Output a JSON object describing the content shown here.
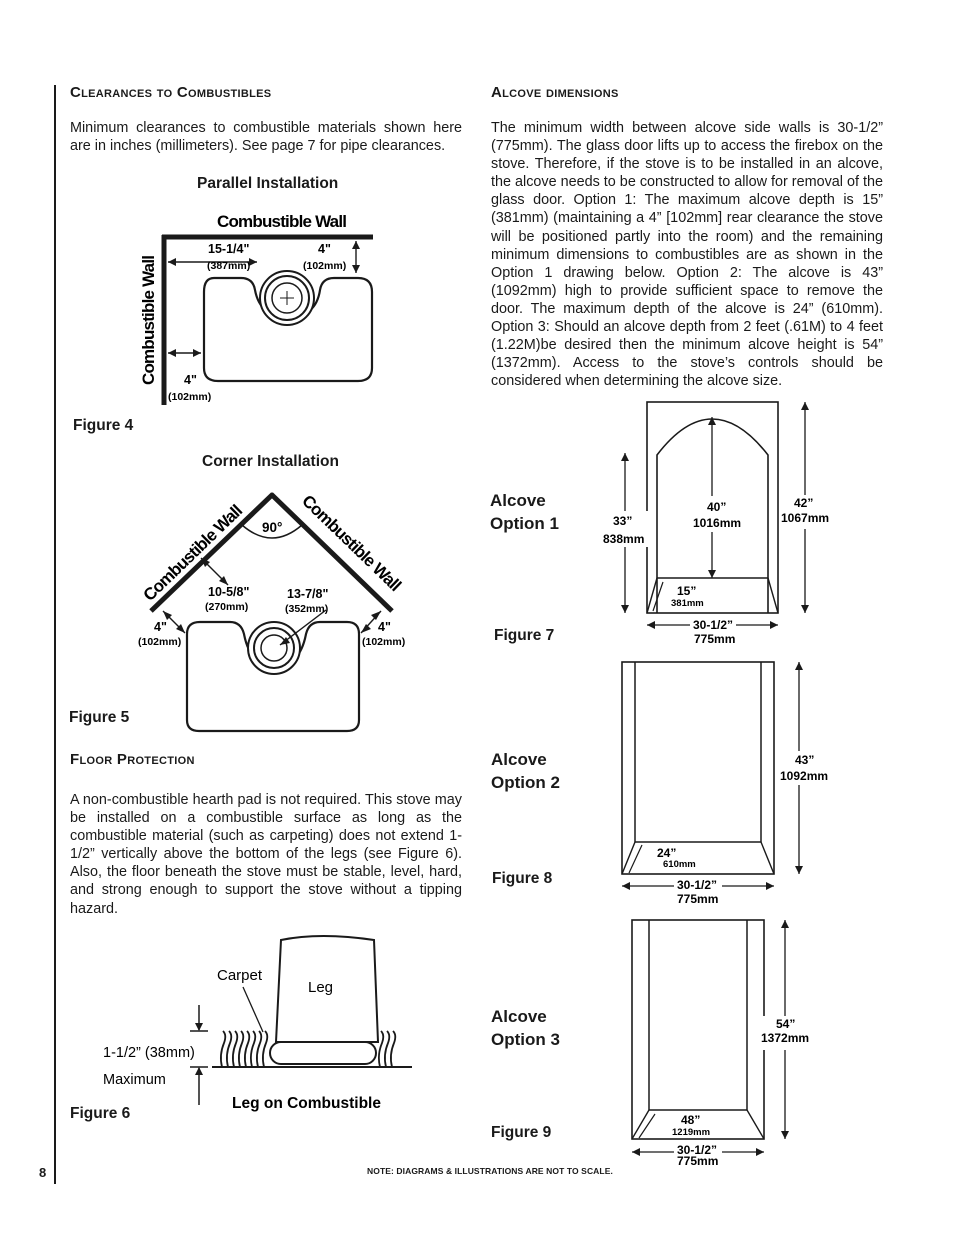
{
  "left": {
    "clearances_heading": "Clearances to Combustibles",
    "clearances_text": "Minimum clearances to combustible materials shown here are in inches (millimeters).  See page 7 for pipe clearances.",
    "parallel_title": "Parallel Installation",
    "parallel": {
      "wall_top": "Combustible Wall",
      "wall_left": "Combustible Wall",
      "dim1_in": "15-1/4\"",
      "dim1_mm": "(387mm)",
      "dim2_in": "4\"",
      "dim2_mm": "(102mm)",
      "dim3_in": "4\"",
      "dim3_mm": "(102mm)"
    },
    "figure4": "Figure 4",
    "corner_title": "Corner Installation",
    "corner": {
      "wall_left": "Combustible Wall",
      "wall_right": "Combustible Wall",
      "angle": "90°",
      "dim1_in": "10-5/8\"",
      "dim1_mm": "(270mm)",
      "dim2_in": "13-7/8\"",
      "dim2_mm": "(352mm)",
      "dim3_in": "4\"",
      "dim3_mm": "(102mm)",
      "dim4_in": "4\"",
      "dim4_mm": "(102mm)"
    },
    "figure5": "Figure 5",
    "floor_heading": "Floor Protection",
    "floor_text": "A non-combustible hearth pad is not required. This stove may be installed on a combustible surface as long as the combustible material (such as carpeting) does not extend 1-1/2” vertically above the bottom of the legs (see Figure 6). Also, the floor beneath the stove must be stable, level, hard, and strong enough to support the stove without a tipping hazard.",
    "leg": {
      "carpet": "Carpet",
      "leg": "Leg",
      "height": "1-1/2” (38mm)",
      "maximum": "Maximum",
      "caption": "Leg on Combustible"
    },
    "figure6": "Figure 6"
  },
  "right": {
    "alcove_heading": "Alcove dimensions",
    "alcove_text": "The minimum width between alcove side walls is 30-1/2” (775mm). The glass door lifts up to access the firebox on the stove. Therefore, if the stove is to be installed in an alcove, the alcove needs to be constructed to allow for removal of the glass door. Option 1:  The maximum alcove depth is 15” (381mm) (maintaining a 4” [102mm] rear clearance the stove will be positioned partly into the room) and the remaining minimum dimensions to combustibles are as shown in the Option 1 drawing below. Option 2:  The alcove is 43” (1092mm) high to provide sufficient space to remove the door. The maximum depth of the alcove is 24” (610mm). Option 3:  Should an alcove depth from 2 feet (.61M) to 4 feet (1.22M)be desired then the minimum alcove height is 54” (1372mm). Access to the stove’s controls should be considered when determining the alcove size.",
    "option1": {
      "title1": "Alcove",
      "title2": "Option 1",
      "d33_in": "33”",
      "d33_mm": "838mm",
      "d40_in": "40”",
      "d40_mm": "1016mm",
      "d42_in": "42”",
      "d42_mm": "1067mm",
      "d15_in": "15”",
      "d15_mm": "381mm",
      "w_in": "30-1/2”",
      "w_mm": "775mm"
    },
    "figure7": "Figure 7",
    "option2": {
      "title1": "Alcove",
      "title2": "Option 2",
      "h_in": "43”",
      "h_mm": "1092mm",
      "d_in": "24”",
      "d_mm": "610mm",
      "w_in": "30-1/2”",
      "w_mm": "775mm"
    },
    "figure8": "Figure 8",
    "option3": {
      "title1": "Alcove",
      "title2": "Option 3",
      "h_in": "54”",
      "h_mm": "1372mm",
      "d_in": "48”",
      "d_mm": "1219mm",
      "w_in": "30-1/2”",
      "w_mm": "775mm"
    },
    "figure9": "Figure 9"
  },
  "footer": {
    "page_number": "8",
    "note": "NOTE: DIAGRAMS & ILLUSTRATIONS ARE NOT TO SCALE."
  }
}
